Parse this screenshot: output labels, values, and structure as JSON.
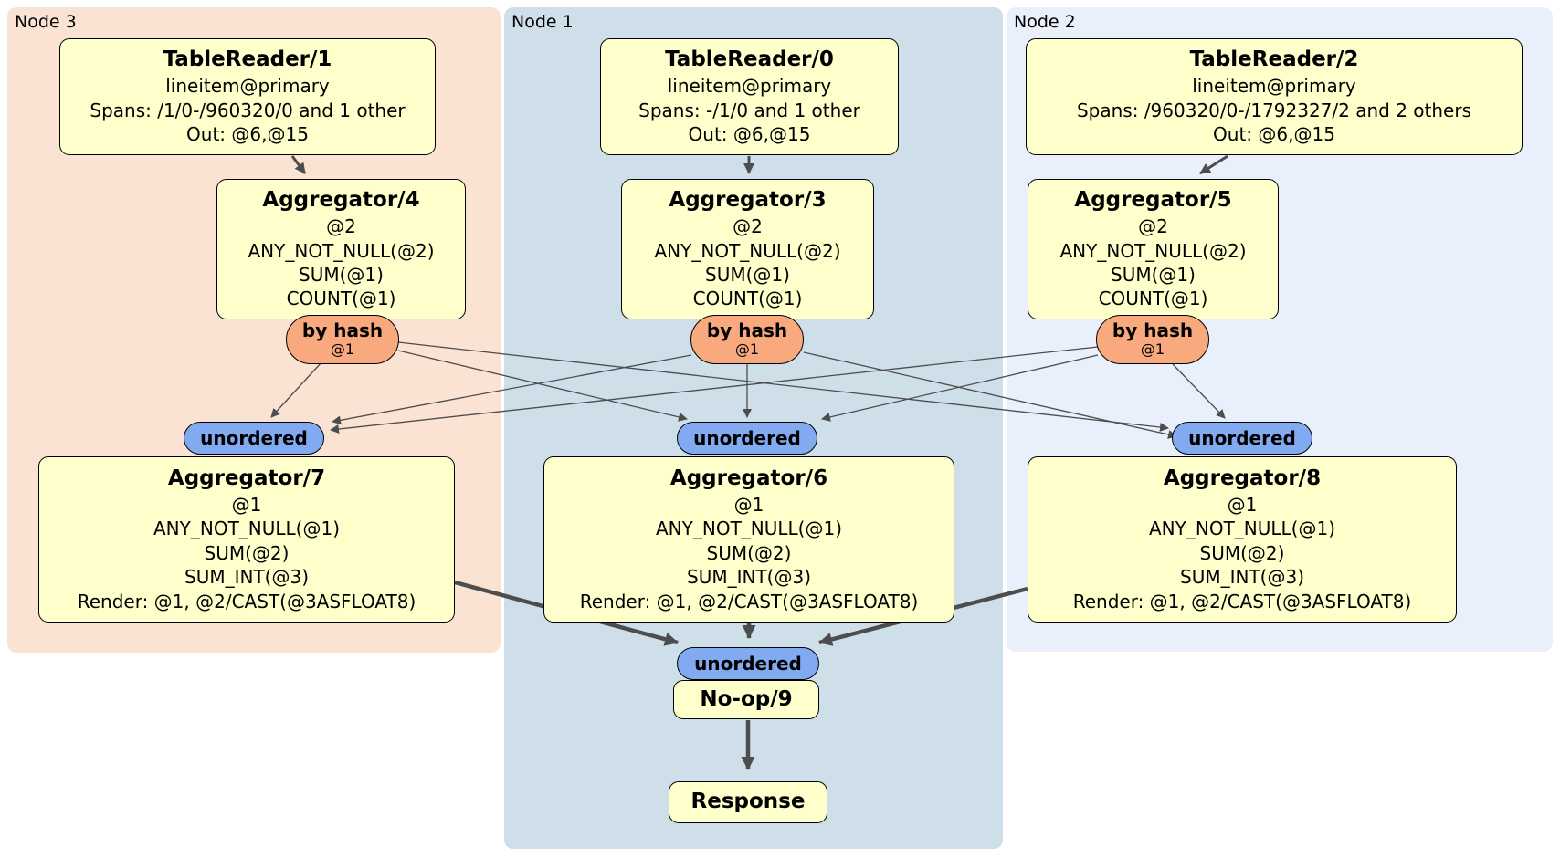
{
  "colors": {
    "box_fill": "#ffffcc",
    "router_fill": "#f8a97e",
    "stream_fill": "#82aaf0",
    "node3_bg": "#fbe3d4",
    "node1_bg": "#cfdfea",
    "node2_bg": "#e9f0fb",
    "edge": "#4d4d4d"
  },
  "regions": [
    {
      "label": "Node 3"
    },
    {
      "label": "Node 1"
    },
    {
      "label": "Node 2"
    }
  ],
  "processors": {
    "tr1": {
      "title": "TableReader/1",
      "lines": [
        "lineitem@primary",
        "Spans: /1/0-/960320/0 and 1 other",
        "Out: @6,@15"
      ]
    },
    "tr0": {
      "title": "TableReader/0",
      "lines": [
        "lineitem@primary",
        "Spans: -/1/0 and 1 other",
        "Out: @6,@15"
      ]
    },
    "tr2": {
      "title": "TableReader/2",
      "lines": [
        "lineitem@primary",
        "Spans: /960320/0-/1792327/2 and 2 others",
        "Out: @6,@15"
      ]
    },
    "agg4": {
      "title": "Aggregator/4",
      "lines": [
        "@2",
        "ANY_NOT_NULL(@2)",
        "SUM(@1)",
        "COUNT(@1)"
      ]
    },
    "agg3": {
      "title": "Aggregator/3",
      "lines": [
        "@2",
        "ANY_NOT_NULL(@2)",
        "SUM(@1)",
        "COUNT(@1)"
      ]
    },
    "agg5": {
      "title": "Aggregator/5",
      "lines": [
        "@2",
        "ANY_NOT_NULL(@2)",
        "SUM(@1)",
        "COUNT(@1)"
      ]
    },
    "agg7": {
      "title": "Aggregator/7",
      "lines": [
        "@1",
        "ANY_NOT_NULL(@1)",
        "SUM(@2)",
        "SUM_INT(@3)",
        "Render: @1, @2/CAST(@3ASFLOAT8)"
      ]
    },
    "agg6": {
      "title": "Aggregator/6",
      "lines": [
        "@1",
        "ANY_NOT_NULL(@1)",
        "SUM(@2)",
        "SUM_INT(@3)",
        "Render: @1, @2/CAST(@3ASFLOAT8)"
      ]
    },
    "agg8": {
      "title": "Aggregator/8",
      "lines": [
        "@1",
        "ANY_NOT_NULL(@1)",
        "SUM(@2)",
        "SUM_INT(@3)",
        "Render: @1, @2/CAST(@3ASFLOAT8)"
      ]
    },
    "noop": {
      "title": "No-op/9"
    },
    "response": {
      "title": "Response"
    }
  },
  "routers": [
    {
      "label": "by hash",
      "sub": "@1"
    },
    {
      "label": "by hash",
      "sub": "@1"
    },
    {
      "label": "by hash",
      "sub": "@1"
    }
  ],
  "streams": [
    {
      "label": "unordered"
    },
    {
      "label": "unordered"
    },
    {
      "label": "unordered"
    },
    {
      "label": "unordered"
    }
  ]
}
